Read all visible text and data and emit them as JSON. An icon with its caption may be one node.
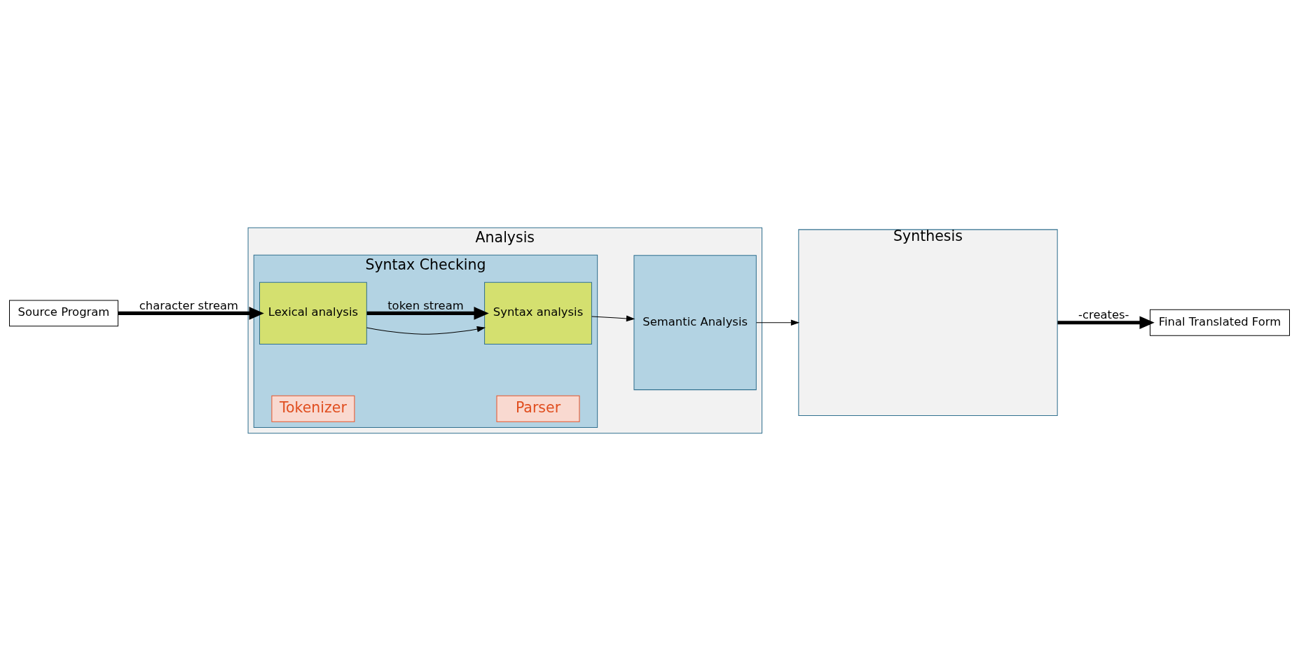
{
  "diagram": {
    "nodes": [
      {
        "text": [
          "Analysis"
        ]
      },
      {
        "text": [
          "Syntax Checking"
        ],
        "in": 0
      },
      {
        "text": [
          "Tokenizer"
        ],
        "in": 1
      },
      {
        "text": [
          "Lexical analysis"
        ],
        "in": 1
      },
      {
        "text": [
          "Parser"
        ],
        "in": 1
      },
      {
        "text": [
          "Syntax analysis"
        ],
        "in": 1
      },
      {
        "text": [
          "Semantic Analysis"
        ],
        "in": 0
      },
      {
        "text": [
          "Synthesis"
        ]
      },
      {
        "text": [
          "Source Program"
        ]
      },
      {
        "text": [
          "Final Translated Form"
        ]
      }
    ],
    "edges": [
      {
        "from": 8,
        "to": 3,
        "arrow": "to",
        "label": "character stream",
        "style": "thick"
      },
      {
        "from": 3,
        "to": 5,
        "arrow": "to"
      },
      {
        "from": 3,
        "to": 5,
        "arrow": "to",
        "label": "token stream",
        "style": "thick"
      },
      {
        "from": 5,
        "to": 6,
        "arrow": "to"
      },
      {
        "from": 6,
        "to": 7,
        "arrow": "to"
      },
      {
        "from": 7,
        "to": 9,
        "arrow": "to",
        "label": "-creates-",
        "style": "thick"
      }
    ]
  }
}
